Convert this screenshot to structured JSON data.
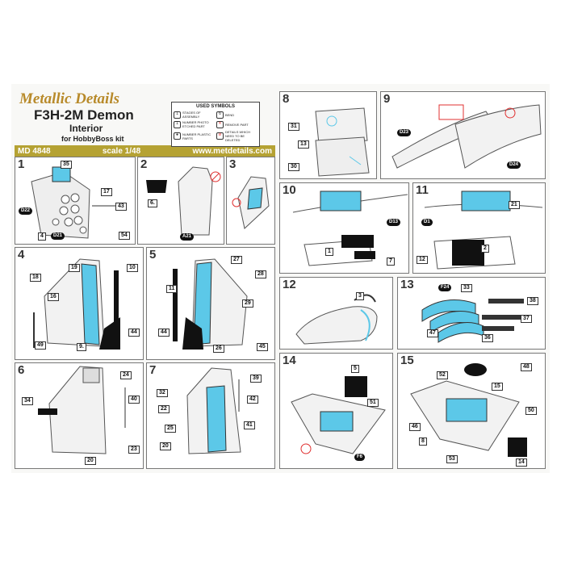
{
  "header": {
    "brand": "Metallic Details",
    "title": "F3H-2M Demon",
    "subtitle": "Interior",
    "kit_note": "for HobbyBoss kit",
    "code": "MD 4848",
    "scale": "scale 1/48",
    "website": "www.metdetails.com"
  },
  "legend": {
    "title": "USED SYMBOLS",
    "items": [
      "STAGES OF ASSEMBLY",
      "BEND",
      "NUMBER PHOTO ETCHED PART",
      "REMOVE PART",
      "NUMBER PLASTIC PARTS",
      "DETAILS WHICH NEED TO BE DELETED"
    ]
  },
  "colors": {
    "accent": "#5cc8e8",
    "brand_gold": "#b88a2a",
    "bar": "#b5a233",
    "cut_red": "#e03030"
  },
  "panels": [
    {
      "num": "1",
      "labels": [
        "35",
        "17",
        "43",
        "54",
        "4"
      ],
      "ovals": [
        "D22",
        "D21"
      ]
    },
    {
      "num": "2",
      "labels": [
        "6."
      ],
      "ovals": [
        "A21"
      ]
    },
    {
      "num": "3",
      "labels": [],
      "ovals": []
    },
    {
      "num": "4",
      "labels": [
        "19",
        "18",
        "16",
        "10",
        "49",
        "9.",
        "44"
      ],
      "ovals": []
    },
    {
      "num": "5",
      "labels": [
        "27",
        "28",
        "11",
        "29",
        "44",
        "26",
        "45"
      ],
      "ovals": []
    },
    {
      "num": "6",
      "labels": [
        "24",
        "34",
        "40",
        "23",
        "20"
      ],
      "ovals": []
    },
    {
      "num": "7",
      "labels": [
        "39",
        "32",
        "22",
        "42",
        "25",
        "41",
        "20"
      ],
      "ovals": []
    },
    {
      "num": "8",
      "labels": [
        "31",
        "13",
        "30"
      ],
      "ovals": []
    },
    {
      "num": "9",
      "labels": [],
      "ovals": [
        "D23",
        "D24"
      ]
    },
    {
      "num": "10",
      "labels": [
        "1",
        "7"
      ],
      "ovals": [
        "D13"
      ]
    },
    {
      "num": "11",
      "labels": [
        "21",
        "2",
        "12"
      ],
      "ovals": [
        "D1"
      ]
    },
    {
      "num": "12",
      "labels": [
        "3"
      ],
      "ovals": []
    },
    {
      "num": "13",
      "labels": [
        "33",
        "38",
        "37",
        "36",
        "47"
      ],
      "ovals": [
        "F24"
      ]
    },
    {
      "num": "14",
      "labels": [
        "5",
        "51"
      ],
      "ovals": [
        "F6"
      ]
    },
    {
      "num": "15",
      "labels": [
        "52",
        "15",
        "48",
        "50",
        "46",
        "8",
        "53",
        "14"
      ],
      "ovals": []
    }
  ]
}
